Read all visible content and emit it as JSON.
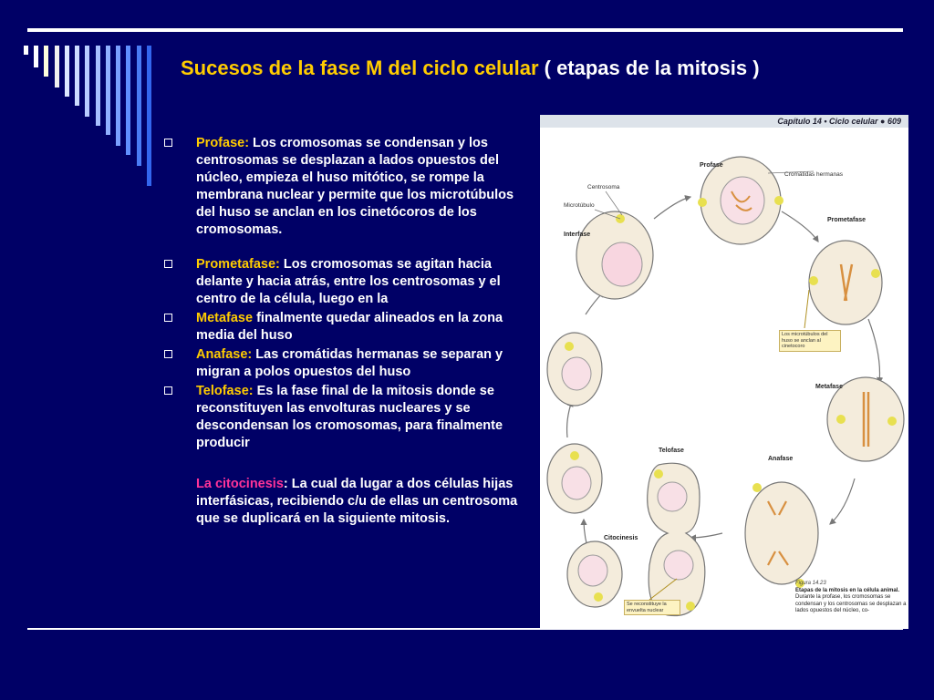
{
  "title": {
    "highlight": "Sucesos de la fase M del ciclo celular",
    "rest": " ( etapas de la mitosis )"
  },
  "items": [
    {
      "label": "Profase:",
      "text": " Los cromosomas se condensan y los centrosomas se desplazan a lados opuestos del núcleo, empieza el huso mitótico, se rompe la membrana nuclear y permite que los microtúbulos del huso se anclan en los cinetócoros de los cromosomas."
    },
    {
      "label": "Prometafase:",
      "text": " Los cromosomas se agitan hacia delante y hacia atrás, entre los centrosomas y el centro de la célula, luego en la"
    },
    {
      "label": "Metafase",
      "text": "  finalmente quedar alineados en la zona media del huso"
    },
    {
      "label": "Anafase:",
      "text": " Las cromátidas hermanas se separan y migran a polos opuestos del huso"
    },
    {
      "label": "Telofase:",
      "text": " Es la fase final de la mitosis donde se reconstituyen las envolturas nucleares y se descondensan los cromosomas, para finalmente producir"
    }
  ],
  "citocinesis": {
    "label": "La citocinesis",
    "text": ": La cual da lugar a dos células hijas interfásicas, recibiendo c/u de ellas un centrosoma que se duplicará en la siguiente mitosis."
  },
  "figure": {
    "header": "Capítulo 14 • Ciclo celular  ●  609",
    "labels": {
      "profase": "Profase",
      "cromatidas": "Cromátidas hermanas",
      "centrosoma": "Centrosoma",
      "microtubulo": "Microtúbulo",
      "interfase": "Interfase",
      "prometafase": "Prometafase",
      "metafase": "Metafase",
      "anafase": "Anafase",
      "telofase": "Telofase",
      "citocinesis": "Citocinesis"
    },
    "callout1": "Los microtúbulos del huso se anclan al cinetocoro",
    "callout2": "Se reconstituye la envuelta nuclear",
    "caption_fig": "Figura 14.23",
    "caption_bold": "Etapas de la mitosis en la célula animal.",
    "caption_text": " Durante la profase, los cromosomas se condensan y los centrosomas se desplazan a lados opuestos del núcleo, co-"
  },
  "colors": {
    "background": "#000066",
    "accent": "#ffcc00",
    "citocinesis": "#ff3399",
    "text": "#ffffff"
  }
}
